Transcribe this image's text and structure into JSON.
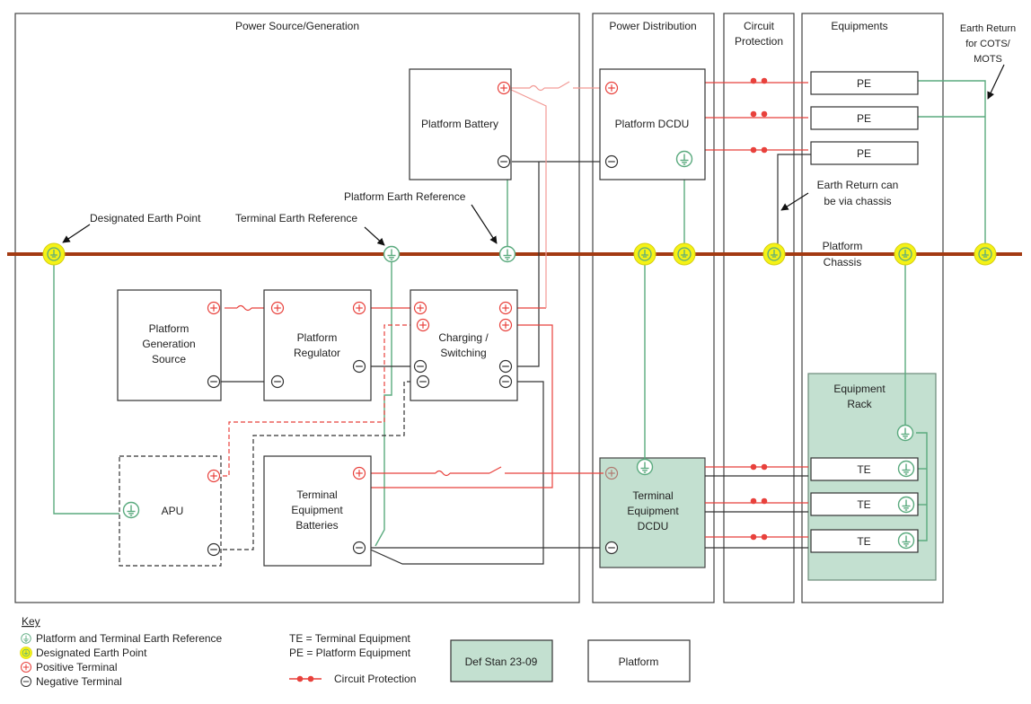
{
  "sections": {
    "power_source": "Power Source/Generation",
    "power_distribution": "Power Distribution",
    "circuit_protection": [
      "Circuit",
      "Protection"
    ],
    "equipments": "Equipments",
    "earth_return_cots": [
      "Earth Return",
      "for COTS/",
      "MOTS"
    ]
  },
  "boxes": {
    "platform_battery": "Platform Battery",
    "platform_dcdu": "Platform DCDU",
    "generation_source": [
      "Platform",
      "Generation",
      "Source"
    ],
    "regulator": [
      "Platform",
      "Regulator"
    ],
    "charging": [
      "Charging /",
      "Switching"
    ],
    "apu": "APU",
    "te_batteries": [
      "Terminal",
      "Equipment",
      "Batteries"
    ],
    "te_dcdu": [
      "Terminal",
      "Equipment",
      "DCDU"
    ],
    "equipment_rack": [
      "Equipment",
      "Rack"
    ],
    "pe": [
      "PE",
      "PE",
      "PE"
    ],
    "te": [
      "TE",
      "TE",
      "TE"
    ]
  },
  "callouts": {
    "designated_earth_point": "Designated Earth Point",
    "terminal_earth_reference": "Terminal Earth Reference",
    "platform_earth_reference": "Platform Earth Reference",
    "earth_return_chassis": [
      "Earth Return can",
      "be via chassis"
    ],
    "platform_chassis": [
      "Platform",
      "Chassis"
    ]
  },
  "key": {
    "title": "Key",
    "items": [
      "Platform and Terminal Earth Reference",
      "Designated Earth Point",
      "Positive Terminal",
      "Negative Terminal"
    ],
    "abbr": [
      "TE = Terminal Equipment",
      "PE = Platform Equipment"
    ],
    "circuit_protection": "Circuit Protection",
    "def_stan": "Def Stan 23-09",
    "platform": "Platform"
  },
  "colors": {
    "chassis": "#a33a12",
    "positive": "#e8413c",
    "positive_light": "#f29a95",
    "earth_green": "#5aaa7e",
    "designated_fill": "#f5f216",
    "def_stan_fill": "#c3e0d0"
  }
}
